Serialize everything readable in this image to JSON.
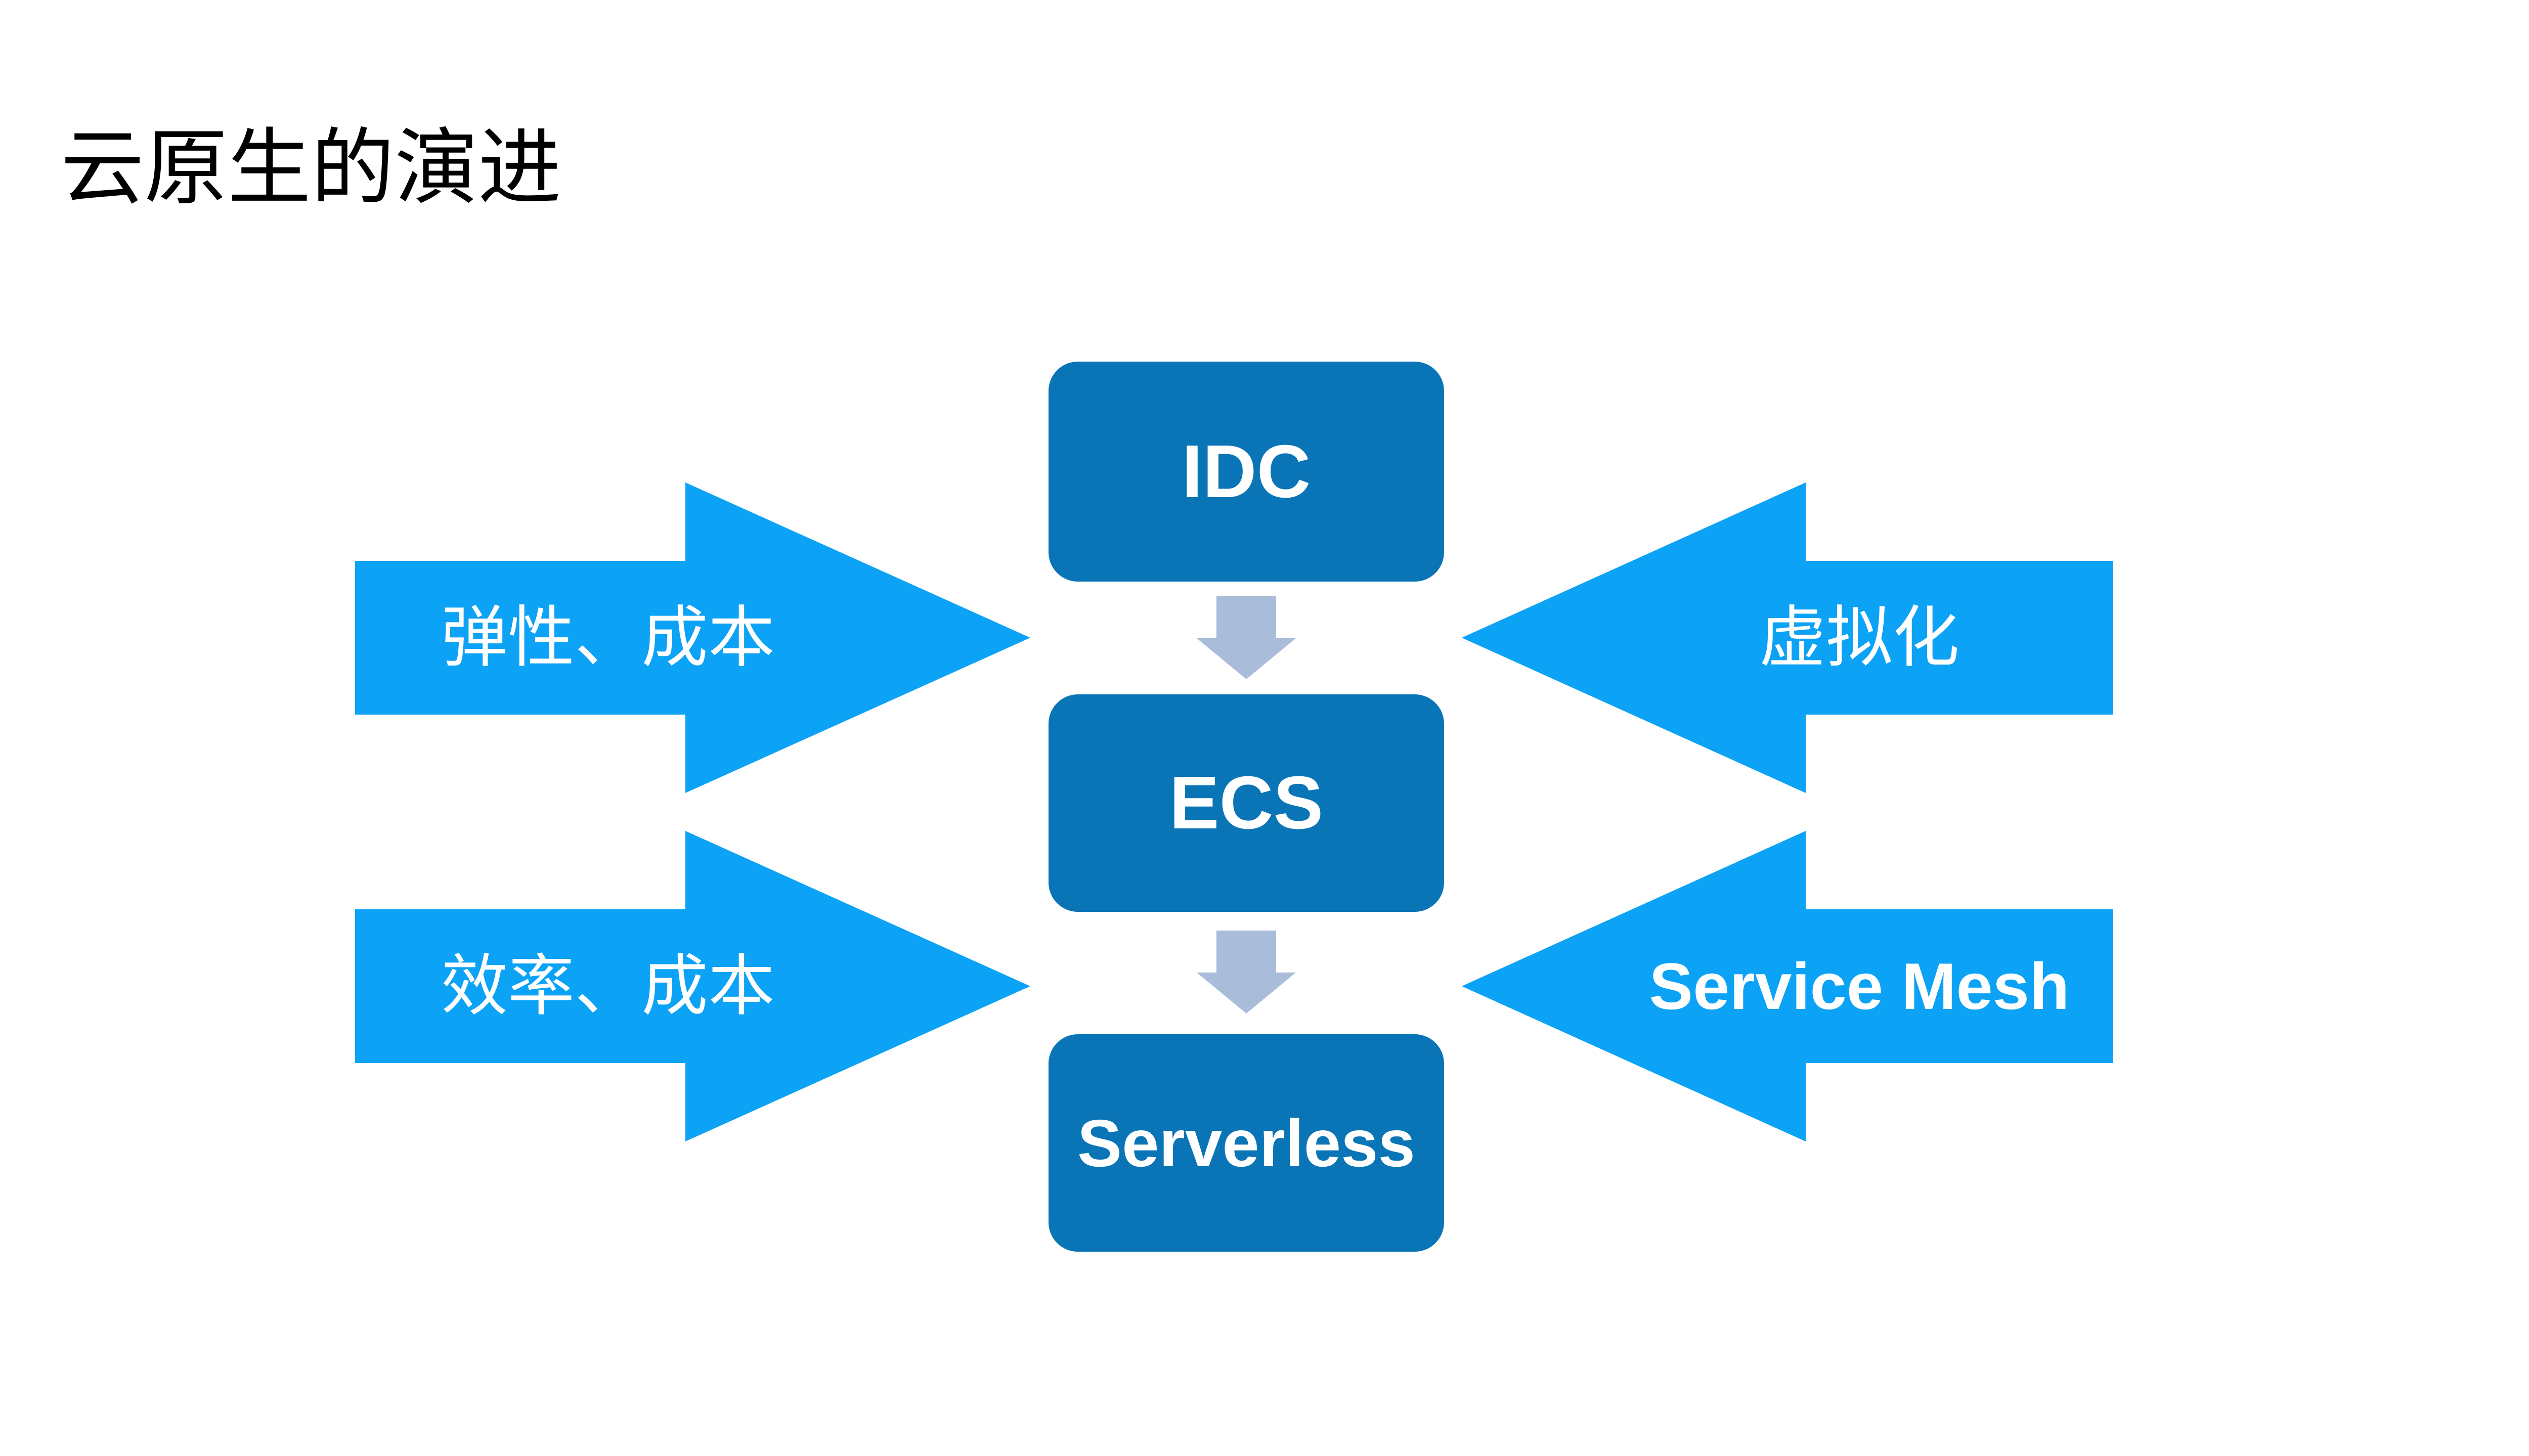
{
  "slide": {
    "title": "云原生的演进",
    "colors": {
      "background": "#ffffff",
      "box": "#0a75b6",
      "arrow": "#0ca2f5",
      "connector": "#a9bcd9",
      "title_text": "#000000",
      "label_text": "#ffffff"
    },
    "stages": [
      {
        "id": "idc",
        "label": "IDC"
      },
      {
        "id": "ecs",
        "label": "ECS"
      },
      {
        "id": "serverless",
        "label": "Serverless"
      }
    ],
    "left_drivers": [
      {
        "id": "elasticity-cost",
        "label": "弹性、成本",
        "direction": "right"
      },
      {
        "id": "efficiency-cost",
        "label": "效率、成本",
        "direction": "right"
      }
    ],
    "right_drivers": [
      {
        "id": "virtualization",
        "label": "虚拟化",
        "direction": "left"
      },
      {
        "id": "service-mesh",
        "label": "Service Mesh",
        "direction": "left"
      }
    ]
  }
}
